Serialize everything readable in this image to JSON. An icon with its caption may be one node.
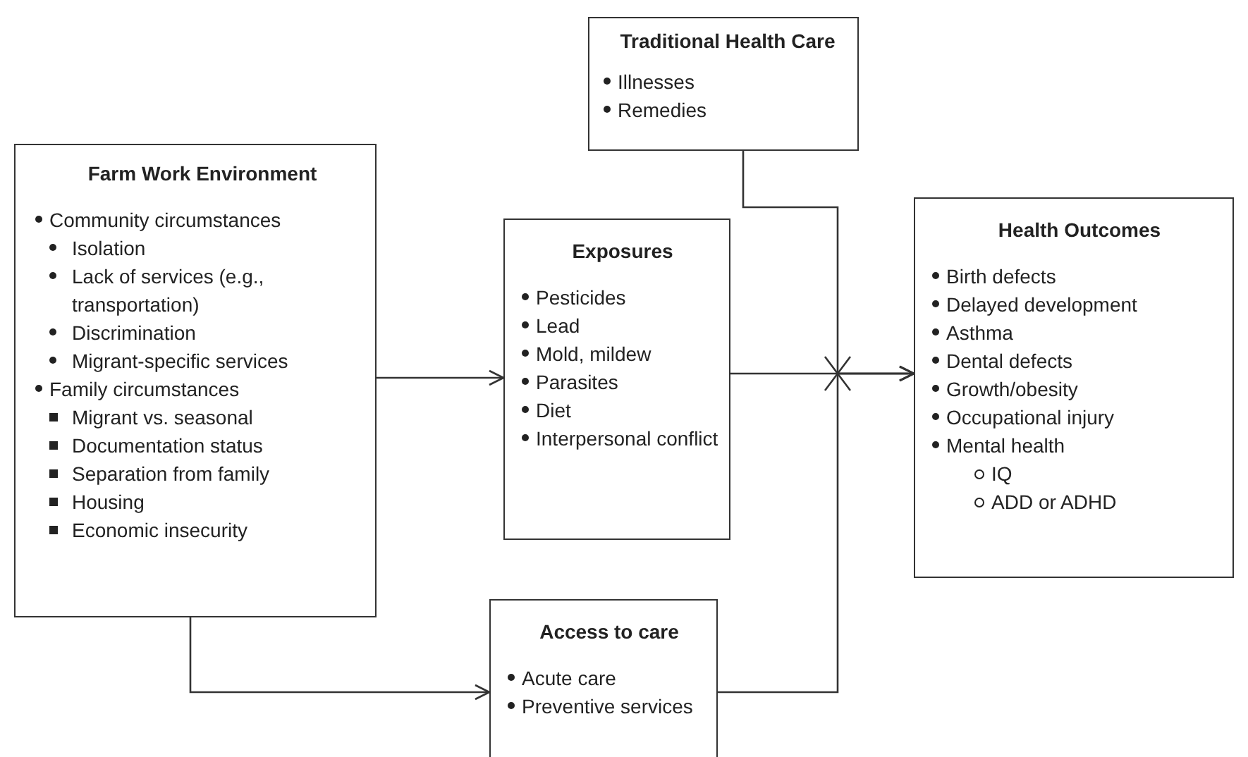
{
  "diagram": {
    "nodes": [
      {
        "text": [
          "Traditional Health Care",
          "Illnesses",
          "Remedies"
        ]
      },
      {
        "text": [
          "Farm Work Environment",
          "Community circumstances",
          "Isolation",
          "Lack of services (e.g., transportation)",
          "Discrimination",
          "Migrant-specific services",
          "Family circumstances",
          "Migrant vs. seasonal",
          "Documentation status",
          "Separation from family",
          "Housing",
          "Economic insecurity"
        ]
      },
      {
        "text": [
          "Exposures",
          "Pesticides",
          "Lead",
          "Mold, mildew",
          "Parasites",
          "Diet",
          "Interpersonal conflict"
        ]
      },
      {
        "text": [
          "Health Outcomes",
          "Birth defects",
          "Delayed development",
          "Asthma",
          "Dental defects",
          "Growth/obesity",
          "Occupational injury",
          "Mental health",
          "IQ",
          "ADD or ADHD"
        ]
      },
      {
        "text": [
          "Access to care",
          "Acute care",
          "Preventive services"
        ]
      }
    ],
    "edges": [
      {
        "from": 1,
        "to": 2,
        "arrow": "to"
      },
      {
        "from": 1,
        "to": 4,
        "arrow": "to"
      },
      {
        "from": 2,
        "to": 3,
        "arrow": "to"
      },
      {
        "from": 0,
        "to": 3,
        "arrow": "to"
      },
      {
        "from": 4,
        "to": 3,
        "arrow": "to"
      }
    ]
  }
}
